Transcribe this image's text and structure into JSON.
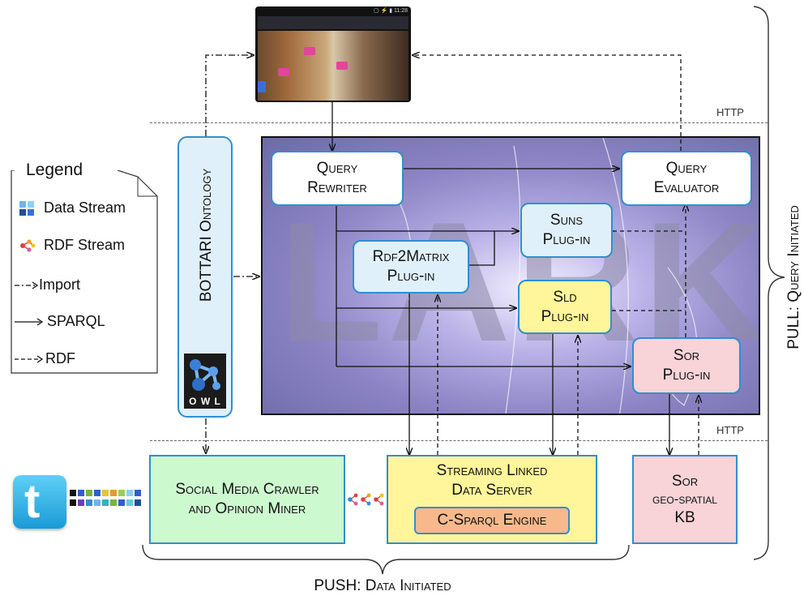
{
  "phone": {
    "status_bar": "▢ ⚡ ▮ 11:28"
  },
  "http_top": "HTTP",
  "http_bottom": "HTTP",
  "ontology": {
    "label": "BOTTARI Ontology",
    "owl_text": "O W L"
  },
  "legend": {
    "title": "Legend",
    "items": [
      {
        "label": "Data Stream",
        "icon": "data-stream-icon"
      },
      {
        "label": "RDF Stream",
        "icon": "rdf-stream-icon"
      },
      {
        "label": "Import",
        "icon": "dash-dot-arrow"
      },
      {
        "label": "SPARQL",
        "icon": "solid-arrow"
      },
      {
        "label": "RDF",
        "icon": "dashed-arrow"
      }
    ]
  },
  "boxes": {
    "query_rewriter": {
      "line1": "Query",
      "line2": "Rewriter"
    },
    "query_evaluator": {
      "line1": "Query",
      "line2": "Evaluator"
    },
    "suns": {
      "line1": "Suns",
      "line2": "Plug-in"
    },
    "rdf2matrix": {
      "line1": "Rdf2Matrix",
      "line2": "Plug-in"
    },
    "sld": {
      "line1": "Sld",
      "line2": "Plug-in"
    },
    "sor": {
      "line1": "Sor",
      "line2": "Plug-in"
    },
    "crawler": {
      "line1": "Social Media Crawler",
      "line2": "and Opinion Miner"
    },
    "server": {
      "line1": "Streaming Linked",
      "line2": "Data Server",
      "engine": "C-Sparql Engine"
    },
    "kb": {
      "line1": "Sor",
      "line2": "geo-spatial",
      "line3": "KB"
    }
  },
  "pull_label": "PULL: Query Initiated",
  "push_label": "PUSH: Data Initiated",
  "colors": {
    "blue_box": "#dff0fb",
    "yellow_box": "#fff59a",
    "pink_box": "#f8d3d8",
    "green_box": "#cdf9cf",
    "orange_box": "#f7b98c",
    "box_border": "#2f8fd0"
  }
}
